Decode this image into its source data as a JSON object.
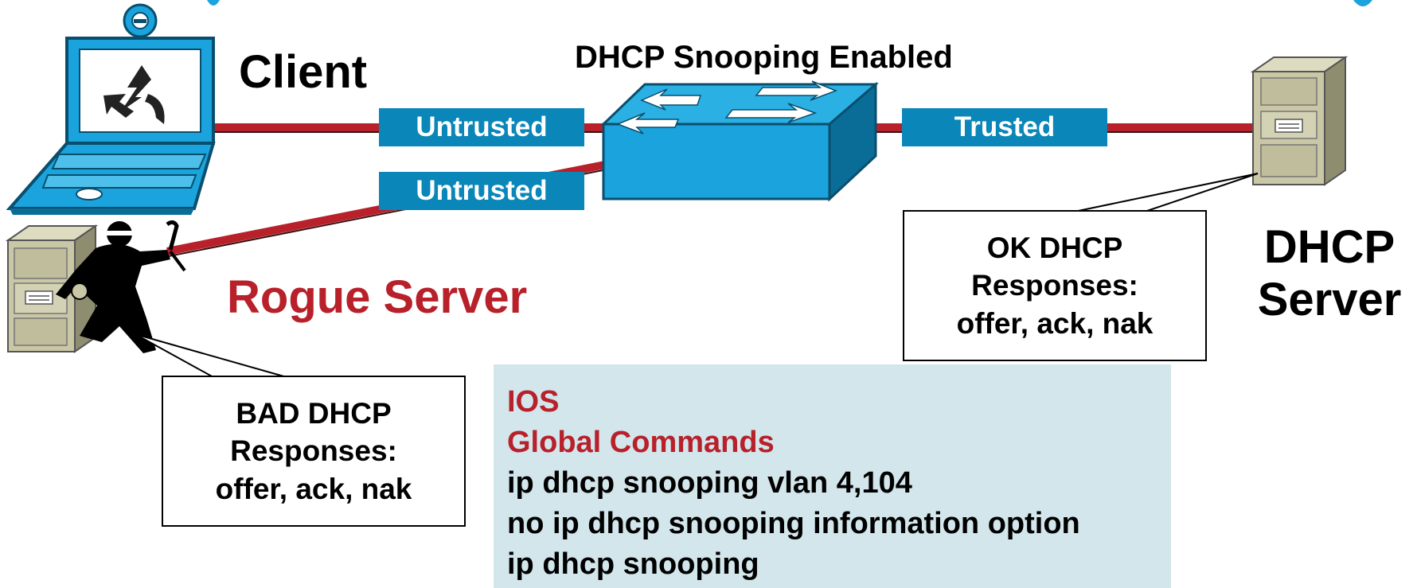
{
  "labels": {
    "client": "Client",
    "switch_status": "DHCP Snooping Enabled",
    "rogue": "Rogue Server",
    "dhcp_server_line1": "DHCP",
    "dhcp_server_line2": "Server"
  },
  "ports": {
    "client_port": "Untrusted",
    "rogue_port": "Untrusted",
    "server_port": "Trusted"
  },
  "callouts": {
    "ok": [
      "OK DHCP",
      "Responses:",
      "offer, ack, nak"
    ],
    "bad": [
      "BAD DHCP",
      "Responses:",
      "offer, ack, nak"
    ]
  },
  "ios": {
    "platform": "IOS",
    "section": "Global Commands",
    "commands": [
      "ip dhcp snooping vlan 4,104",
      "no ip dhcp snooping information option",
      "ip dhcp snooping"
    ]
  },
  "colors": {
    "link": "#b8202a",
    "port_fill": "#0a86b8",
    "rogue_text": "#b8202a",
    "ios_bg": "#d2e6ec",
    "device_blue": "#1aa3dc",
    "server_beige": "#c9c7a6"
  },
  "icons": {
    "client": "laptop-icon",
    "switch": "switch-icon",
    "server": "server-tower-icon",
    "rogue": "hacker-icon"
  }
}
